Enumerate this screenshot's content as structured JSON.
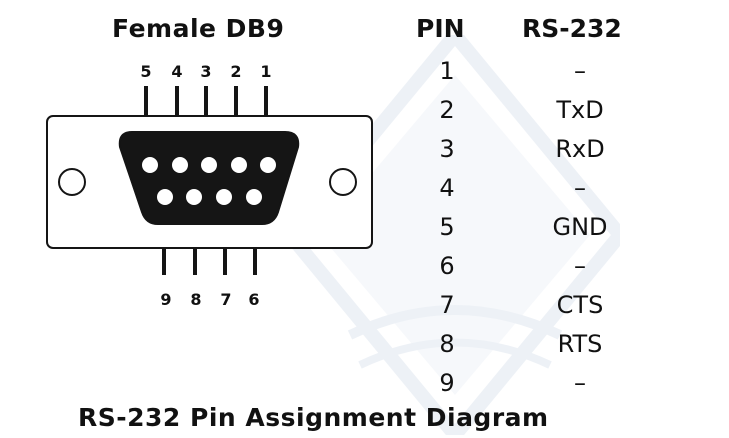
{
  "title": "Female DB9",
  "table": {
    "pin_header": "PIN",
    "signal_header": "RS-232",
    "rows": [
      {
        "pin": "1",
        "signal": "–"
      },
      {
        "pin": "2",
        "signal": "TxD"
      },
      {
        "pin": "3",
        "signal": "RxD"
      },
      {
        "pin": "4",
        "signal": "–"
      },
      {
        "pin": "5",
        "signal": "GND"
      },
      {
        "pin": "6",
        "signal": "–"
      },
      {
        "pin": "7",
        "signal": "CTS"
      },
      {
        "pin": "8",
        "signal": "RTS"
      },
      {
        "pin": "9",
        "signal": "–"
      }
    ]
  },
  "connector": {
    "top_pin_labels": [
      "5",
      "4",
      "3",
      "2",
      "1"
    ],
    "bottom_pin_labels": [
      "9",
      "8",
      "7",
      "6"
    ]
  },
  "caption": "RS-232 Pin Assignment Diagram",
  "edge_fragment": ")",
  "colors": {
    "text": "#111111",
    "connector_shell": "#151515",
    "pin_hole": "#ffffff",
    "watermark": "#5a7fb0"
  }
}
